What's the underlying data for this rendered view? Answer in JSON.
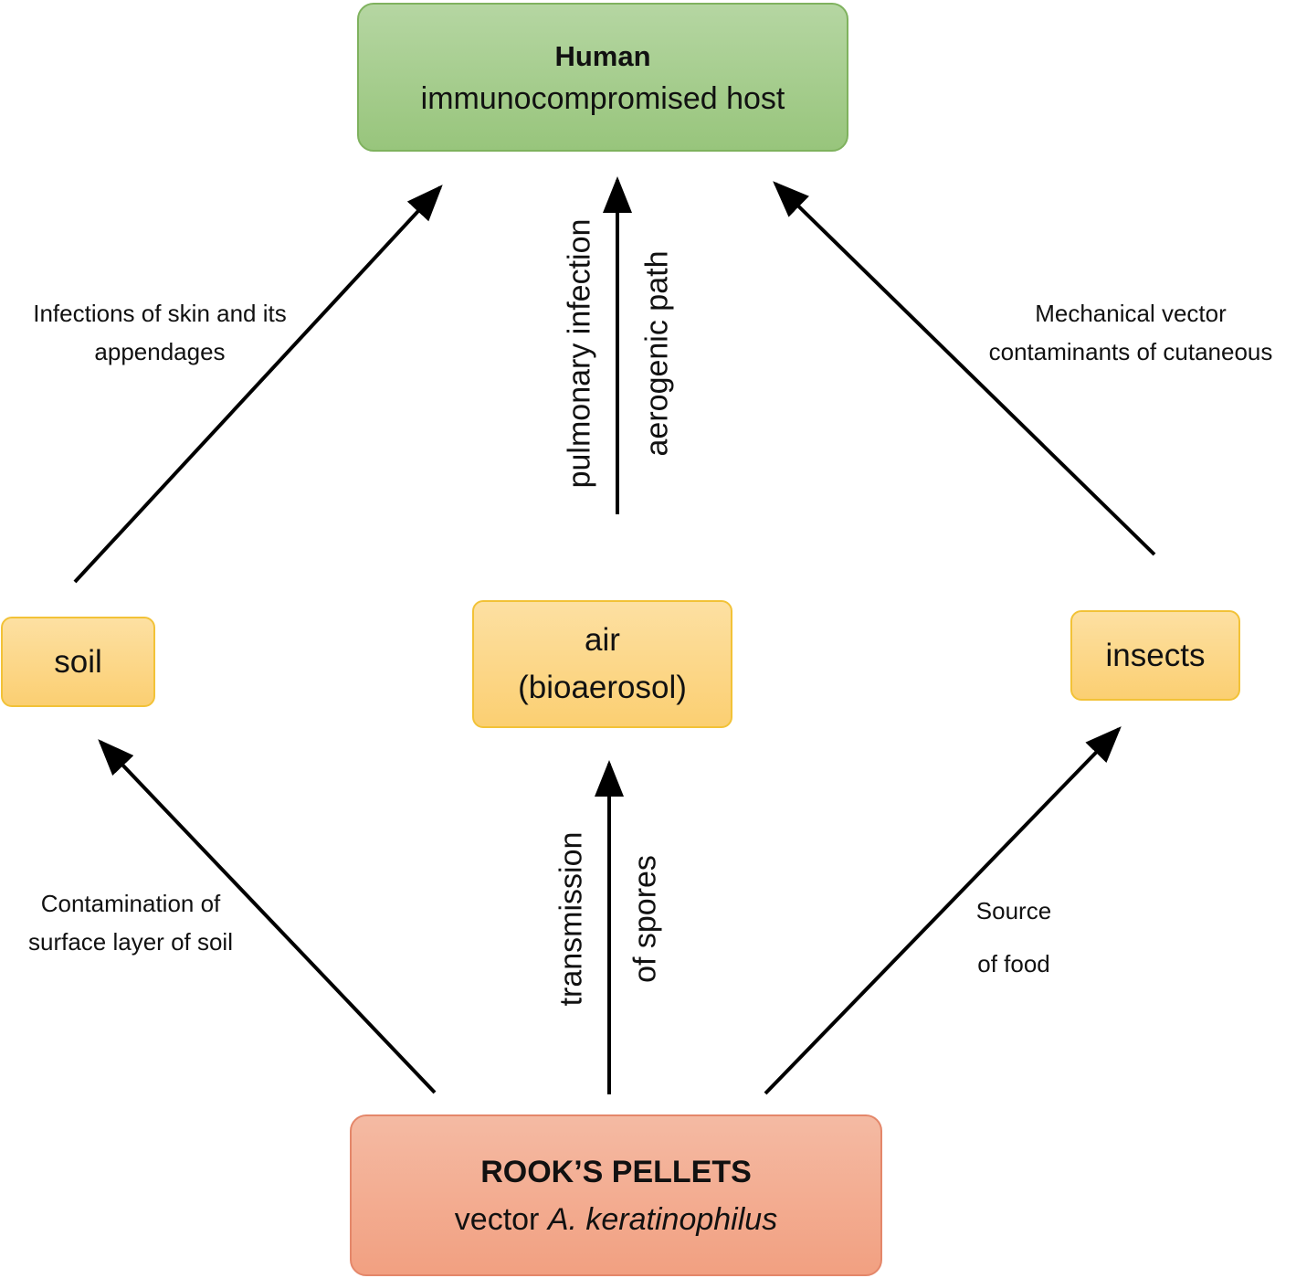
{
  "nodes": {
    "human": {
      "title": "Human",
      "subtitle": "immunocompromised host",
      "fill": "#a7cf8f",
      "border": "#7fb25e"
    },
    "soil": {
      "label": "soil"
    },
    "air": {
      "line1": "air",
      "line2": "(bioaerosol)"
    },
    "insects": {
      "label": "insects"
    },
    "rook": {
      "title": "ROOK’S PELLETS",
      "subtitle_prefix": "vector ",
      "subtitle_species": "A. keratinophilus",
      "fill": "#f3ad92",
      "border": "#e4876a"
    },
    "yellow_fill": "#fcd88a",
    "yellow_border": "#f2c237"
  },
  "edges": {
    "soil_to_human": {
      "line1": "Infections of skin and its",
      "line2": "appendages"
    },
    "air_to_human": {
      "line1": "pulmonary infection",
      "line2": "aerogenic path"
    },
    "insects_to_human": {
      "line1": "Mechanical vector",
      "line2": "contaminants of cutaneous"
    },
    "rook_to_soil": {
      "line1": "Contamination of",
      "line2": "surface layer of soil"
    },
    "rook_to_air": {
      "line1": "transmission",
      "line2": "of spores"
    },
    "rook_to_insects": {
      "line1": "Source",
      "line2": "of food"
    }
  }
}
